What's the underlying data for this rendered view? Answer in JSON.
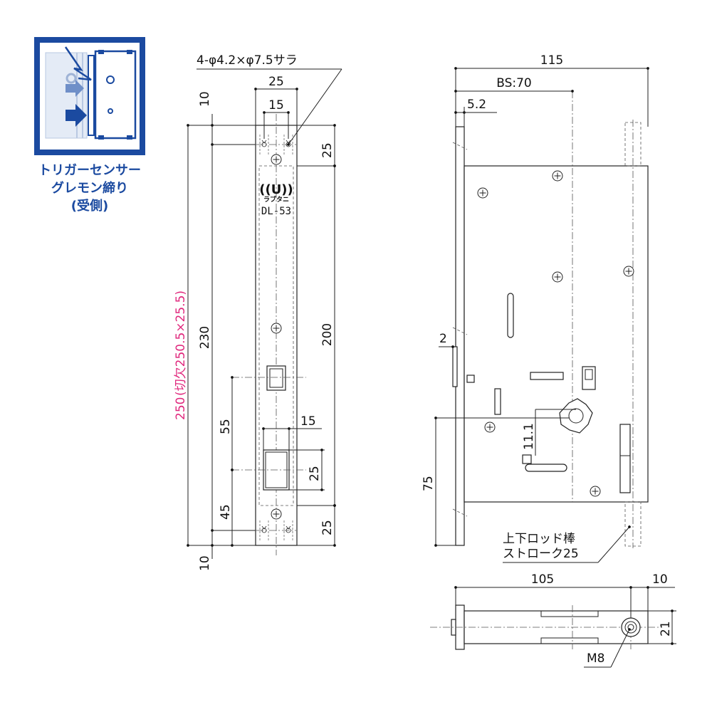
{
  "badge": {
    "line1": "トリガーセンサー",
    "line2": "グレモン締り",
    "line3": "(受側)",
    "color": "#1b4aa0"
  },
  "front_view": {
    "hole_spec": "4-φ4.2×φ7.5サラ",
    "width_25": "25",
    "hole_pitch_15": "15",
    "top_10": "10",
    "bottom_10": "10",
    "height_230": "230",
    "height_250": "250",
    "cutout_spec": "(切欠250.5×25.5)",
    "pitch_200": "200",
    "top_25": "25",
    "bottom_25": "25",
    "dim_55": "55",
    "dim_45": "45",
    "dim_15b": "15",
    "window_25": "25",
    "brand": "ラブタニ",
    "model": "DL-53",
    "pink_color": "#e0287d"
  },
  "side_view": {
    "overall_115": "115",
    "backset": "BS:70",
    "plate_5_2": "5.2",
    "dim_2": "2",
    "dim_11_1": "11.1",
    "dim_75": "75",
    "rod_label1": "上下ロッド棒",
    "rod_label2": "ストローク25"
  },
  "bottom_view": {
    "width_105": "105",
    "dim_10": "10",
    "dim_21": "21",
    "thread": "M8"
  }
}
